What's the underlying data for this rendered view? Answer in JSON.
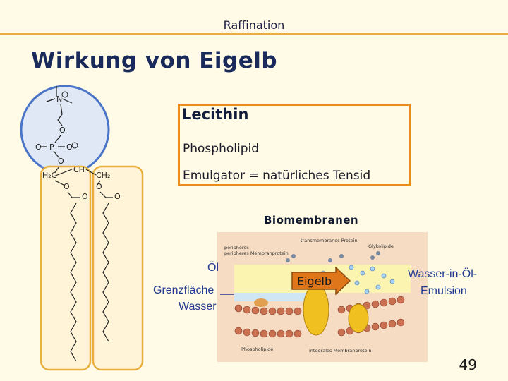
{
  "header": {
    "section": "Raffination"
  },
  "title": "Wirkung von Eigelb",
  "lecithin_box": {
    "title": "Lecithin",
    "line1": "Phospholipid",
    "line2": "Emulgator = natürliches Tensid"
  },
  "biomembrane": {
    "label": "Biomembranen",
    "labels": {
      "peripheral": "peripheres Membranprotein",
      "transmembrane": "transmembranes Protein",
      "glycolipid": "Glykolipide",
      "phospholipid": "Phospholipide",
      "integral": "integrales Membranprotein"
    }
  },
  "emulsion_labels": {
    "oil": "Öl",
    "interface": "Grenzfläche",
    "water": "Wasser",
    "emulsion_line1": "Wasser-in-Öl-",
    "emulsion_line2": "Emulsion"
  },
  "arrow": {
    "label": "Eigelb"
  },
  "molecule": {
    "atoms": [
      "N",
      "O",
      "O",
      "P",
      "O",
      "O",
      "H₂C",
      "CH",
      "CH₂",
      "O",
      "O",
      "O",
      "O"
    ]
  },
  "page_number": "49",
  "colors": {
    "accent_rule": "#e8b040",
    "box_border": "#ee8a18",
    "circle_fill": "#dfe8f4",
    "circle_stroke": "#4a74c8",
    "tail_stroke": "#e8b040",
    "label_blue": "#223a90"
  }
}
